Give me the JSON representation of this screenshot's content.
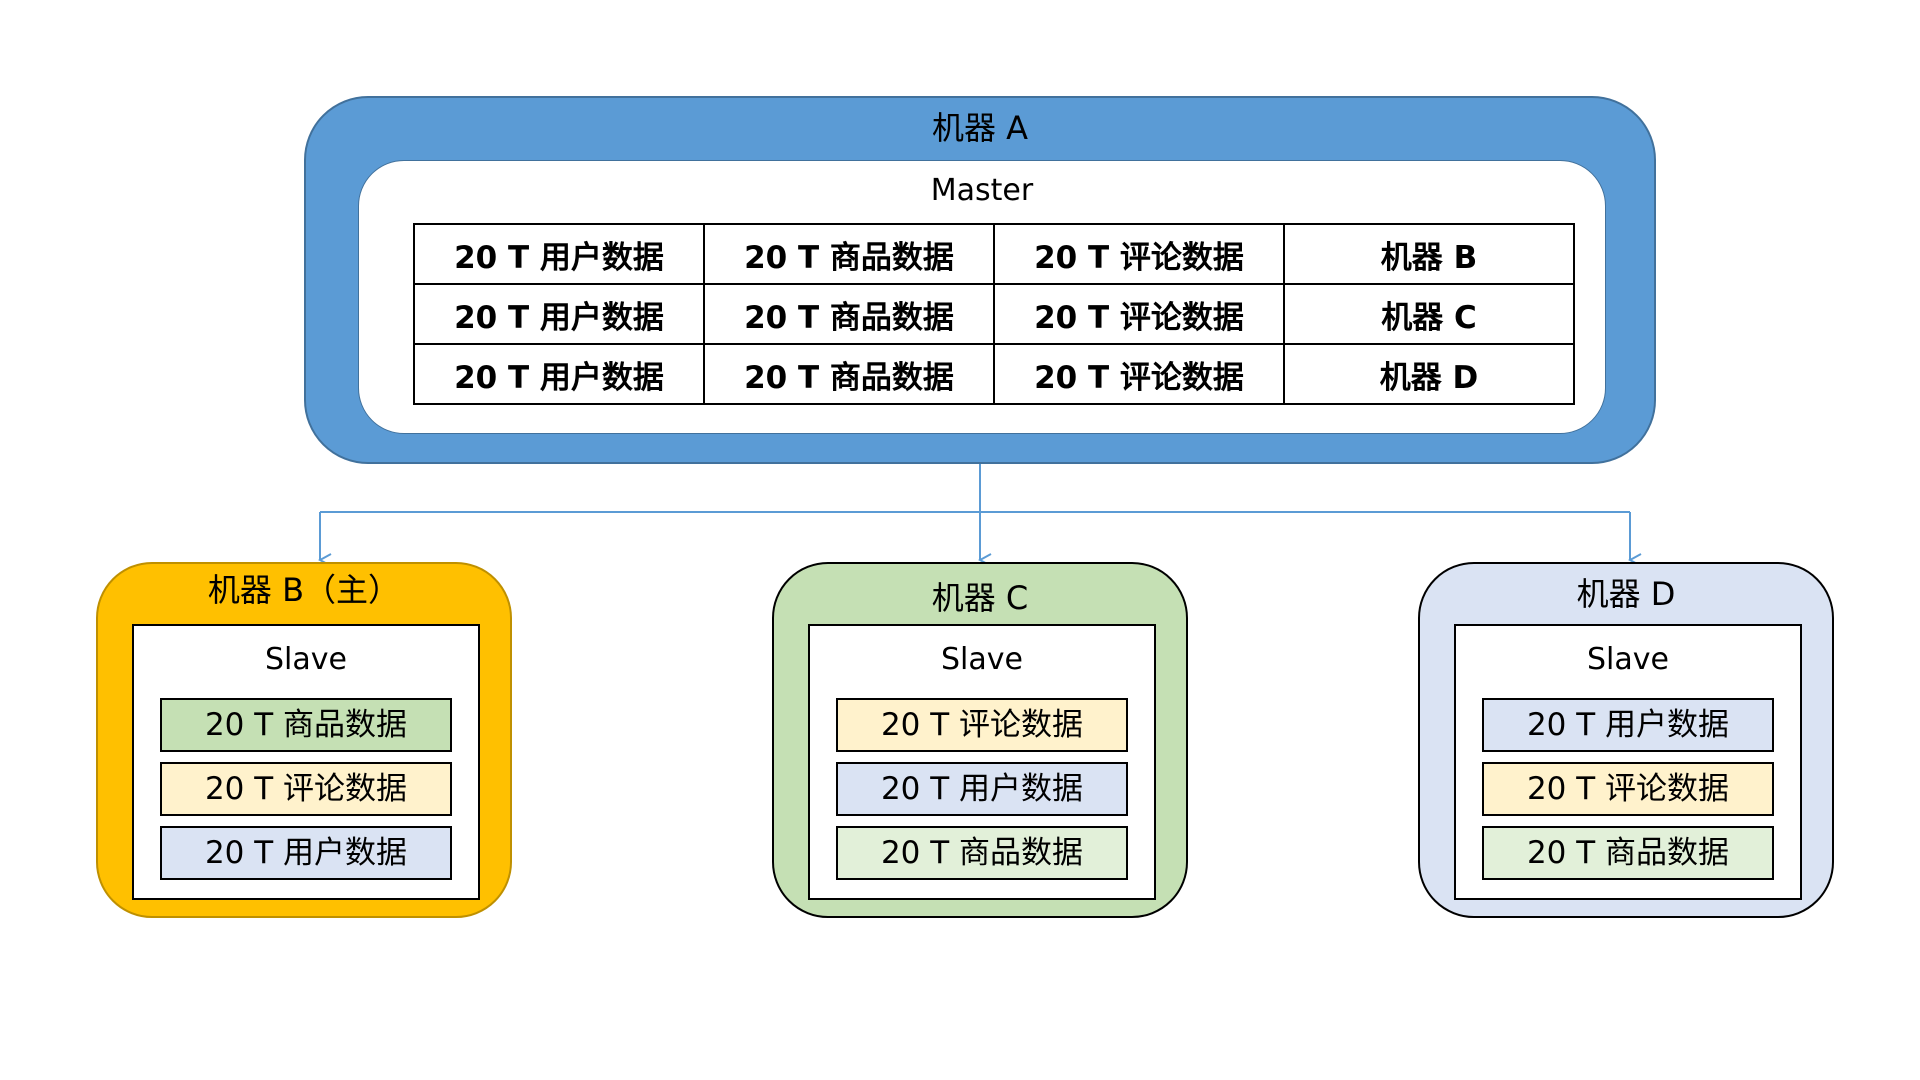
{
  "machine_a": {
    "title": "机器 A",
    "panel_label": "Master",
    "rows": [
      [
        "20 T 用户数据",
        "20 T 商品数据",
        "20 T 评论数据",
        "机器 B"
      ],
      [
        "20 T 用户数据",
        "20 T 商品数据",
        "20 T 评论数据",
        "机器 C"
      ],
      [
        "20 T 用户数据",
        "20 T 商品数据",
        "20 T 评论数据",
        "机器 D"
      ]
    ]
  },
  "machines": [
    {
      "title": "机器 B（主）",
      "panel_label": "Slave",
      "color": "#ffc000",
      "border_color": "#bf9000",
      "items": [
        {
          "label": "20 T 商品数据",
          "color": "#c5e0b4"
        },
        {
          "label": "20 T 评论数据",
          "color": "#fff2cc"
        },
        {
          "label": "20 T 用户数据",
          "color": "#dae3f3"
        }
      ]
    },
    {
      "title": "机器 C",
      "panel_label": "Slave",
      "color": "#c5e0b4",
      "border_color": "#000000",
      "items": [
        {
          "label": "20 T 评论数据",
          "color": "#fff2cc"
        },
        {
          "label": "20 T 用户数据",
          "color": "#dae3f3"
        },
        {
          "label": "20 T 商品数据",
          "color": "#e2f0d9"
        }
      ]
    },
    {
      "title": "机器 D",
      "panel_label": "Slave",
      "color": "#dae3f3",
      "border_color": "#000000",
      "items": [
        {
          "label": "20 T 用户数据",
          "color": "#dae3f3"
        },
        {
          "label": "20 T 评论数据",
          "color": "#fff2cc"
        },
        {
          "label": "20 T 商品数据",
          "color": "#e2f0d9"
        }
      ]
    }
  ],
  "connector_color": "#5b9bd5"
}
